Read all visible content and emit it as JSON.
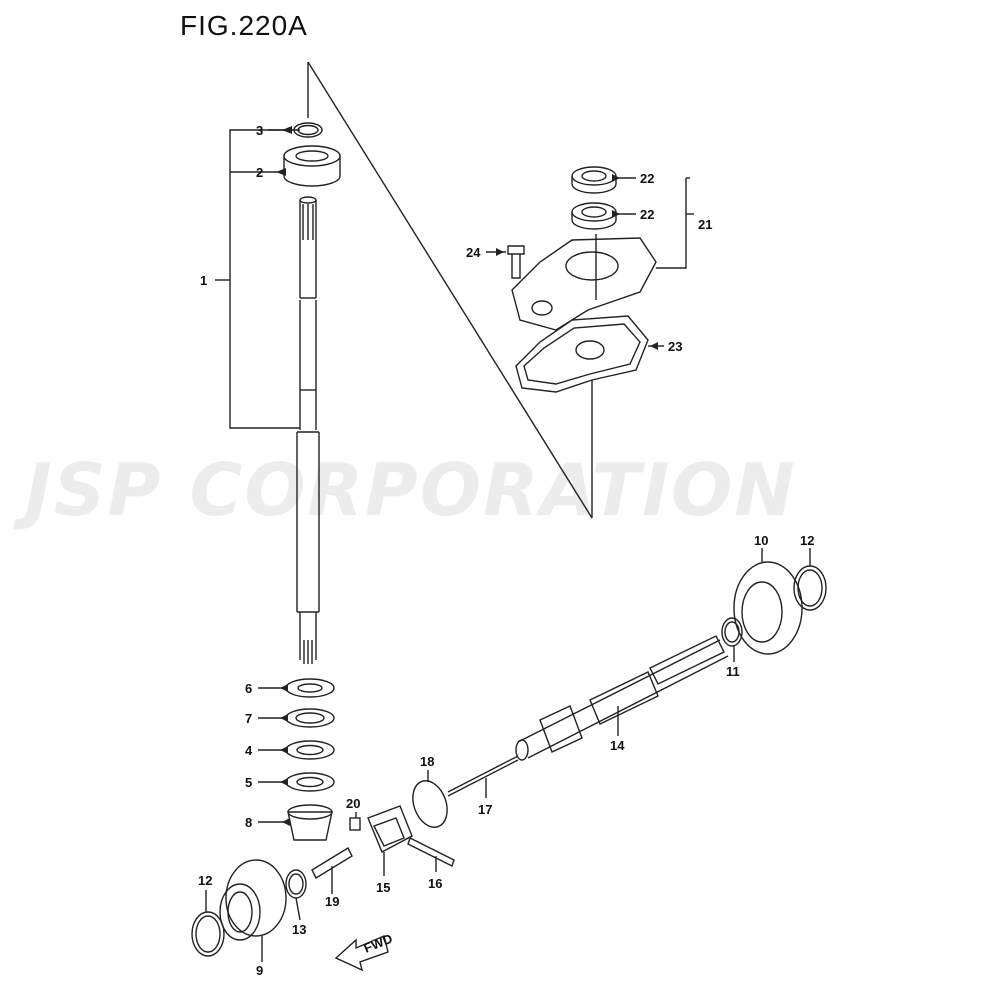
{
  "figure": {
    "title": "FIG.220A"
  },
  "watermark": {
    "text": "JSP CORPORATION"
  },
  "callouts": [
    {
      "id": "c1",
      "text": "1"
    },
    {
      "id": "c2",
      "text": "2"
    },
    {
      "id": "c3",
      "text": "3"
    },
    {
      "id": "c4",
      "text": "4"
    },
    {
      "id": "c5",
      "text": "5"
    },
    {
      "id": "c6",
      "text": "6"
    },
    {
      "id": "c7",
      "text": "7"
    },
    {
      "id": "c8",
      "text": "8"
    },
    {
      "id": "c9",
      "text": "9"
    },
    {
      "id": "c10",
      "text": "10"
    },
    {
      "id": "c11",
      "text": "11"
    },
    {
      "id": "c12a",
      "text": "12"
    },
    {
      "id": "c12b",
      "text": "12"
    },
    {
      "id": "c13",
      "text": "13"
    },
    {
      "id": "c14",
      "text": "14"
    },
    {
      "id": "c15",
      "text": "15"
    },
    {
      "id": "c16",
      "text": "16"
    },
    {
      "id": "c17",
      "text": "17"
    },
    {
      "id": "c18",
      "text": "18"
    },
    {
      "id": "c19",
      "text": "19"
    },
    {
      "id": "c20",
      "text": "20"
    },
    {
      "id": "c21",
      "text": "21"
    },
    {
      "id": "c22a",
      "text": "22"
    },
    {
      "id": "c22b",
      "text": "22"
    },
    {
      "id": "c23",
      "text": "23"
    },
    {
      "id": "c24",
      "text": "24"
    }
  ],
  "fwd_arrow": {
    "text": "FWD"
  },
  "colors": {
    "line": "#222222",
    "watermark": "#ececec",
    "background": "#ffffff"
  }
}
